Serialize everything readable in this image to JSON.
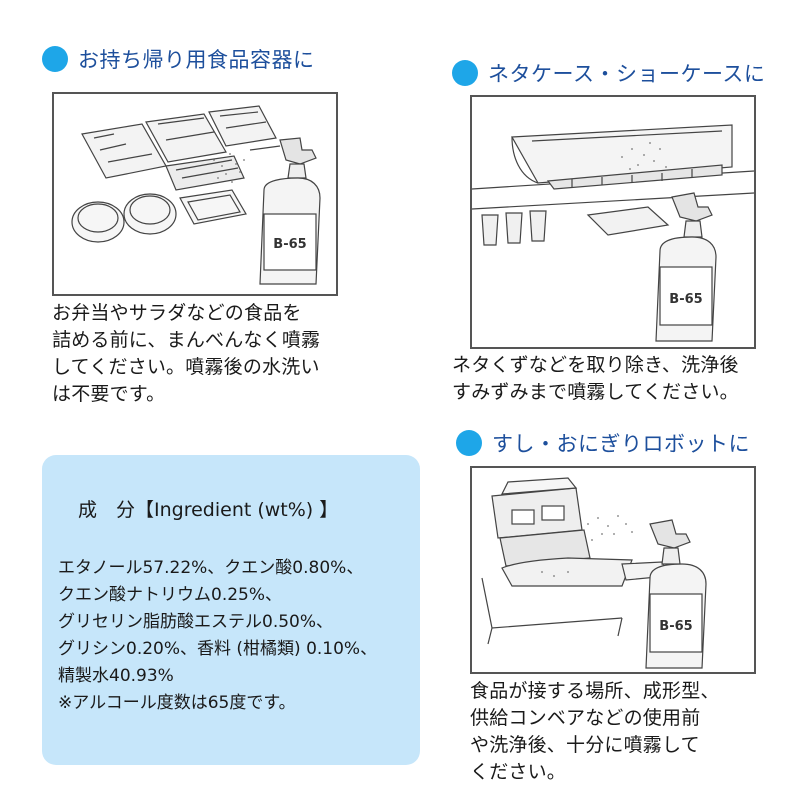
{
  "sections": {
    "takeout": {
      "heading": "お持ち帰り用食品容器に",
      "caption": [
        "お弁当やサラダなどの食品を",
        "詰める前に、まんべんなく噴霧",
        "してください。噴霧後の水洗い",
        "は不要です。"
      ]
    },
    "showcase": {
      "heading": "ネタケース・ショーケースに",
      "caption": [
        "ネタくずなどを取り除き、洗浄後",
        "すみずみまで噴霧してください。"
      ]
    },
    "robot": {
      "heading": "すし・おにぎりロボットに",
      "caption": [
        "食品が接する場所、成形型、",
        "供給コンベアなどの使用前",
        "や洗浄後、十分に噴霧して",
        "ください。"
      ]
    }
  },
  "ingredients": {
    "title": "成　分【Ingredient (wt%) 】",
    "lines": [
      "エタノール57.22%、クエン酸0.80%、",
      "クエン酸ナトリウム0.25%、",
      "グリセリン脂肪酸エステル0.50%、",
      "グリシン0.20%、香料 (柑橘類) 0.10%、",
      "精製水40.93%",
      "※アルコール度数は65度です。"
    ]
  },
  "product_label": "B-65",
  "colors": {
    "heading_text": "#1d4f9c",
    "bullet": "#1ea6e8",
    "ingredient_bg": "#c6e6fa"
  }
}
